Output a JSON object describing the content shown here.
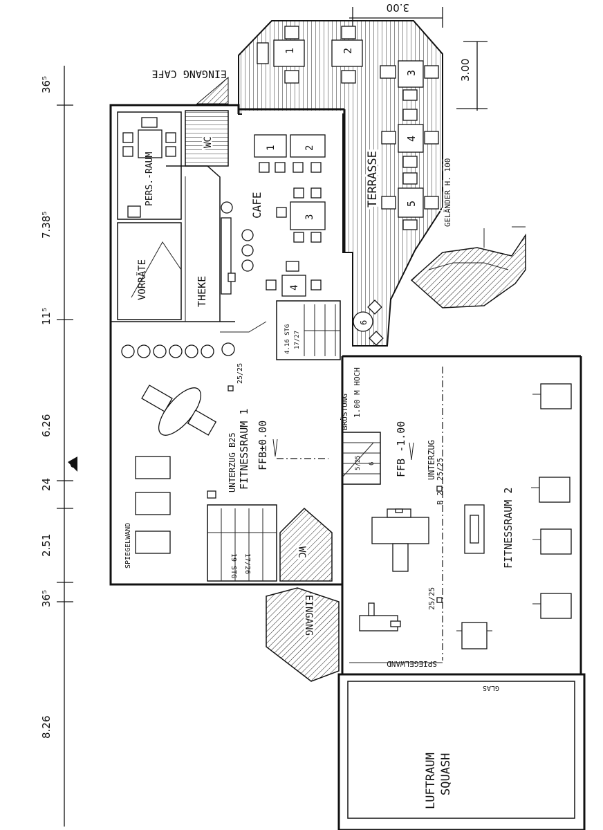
{
  "dimensions_left": [
    "36⁵",
    "7.38⁵",
    "11⁵",
    "6.26",
    "24",
    "2.51",
    "36⁵",
    "8.26"
  ],
  "dimensions_top": [
    "3.00",
    "3.00"
  ],
  "rooms": {
    "eingang_cafe": "EINGANG CAFE",
    "cafe": "CAFE",
    "terrasse": "TERRASSE",
    "gelaender": "GELÄNDER H. 100",
    "pers_raum": "PERS.-RAUM",
    "vorraete": "VORRÄTE",
    "theke": "THEKE",
    "wc_top": "WC",
    "wc_bottom": "WC",
    "fitnessraum1": "FITNESSRAUM 1",
    "ffb1": "FFB±0.00",
    "unterzug1": "UNTERZUG B25",
    "beam1": "25/25",
    "spiegelwand1": "SPIEGELWAND",
    "bruestung": "BRÜSTUNG",
    "bruestung_hoch": "1.00 M HOCH",
    "ffb2": "FFB -1.00",
    "unterzug2": "UNTERZUG",
    "beam2a": "25/25",
    "beam2b": "B 25",
    "fitnessraum2": "FITNESSRAUM 2",
    "beam3": "25/25",
    "spiegelwand2": "SPIEGELWAND",
    "glas": "GLAS",
    "eingang": "EINGANG",
    "luftraum": "LUFTRAUM",
    "squash": "SQUASH",
    "stair_top": "4.16 STG",
    "stair_top2": "17/27",
    "stair_bottom": "19 STG",
    "stair_bottom2": "17/26",
    "stair_mid": "5/25",
    "stair_mid2": "6",
    "round_table": "6"
  },
  "tables_terrace": [
    "1",
    "2",
    "3",
    "4",
    "5"
  ],
  "tables_cafe": [
    "1",
    "2",
    "3",
    "4"
  ]
}
